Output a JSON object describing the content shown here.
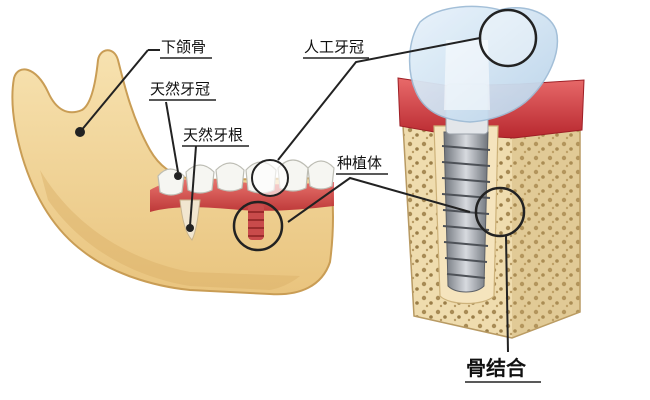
{
  "labels": {
    "mandible": "下颌骨",
    "natural_crown": "天然牙冠",
    "natural_root": "天然牙根",
    "artificial_crown": "人工牙冠",
    "implant": "种植体",
    "osseointegration": "骨结合"
  },
  "colors": {
    "bone": "#f3d79c",
    "bone_shadow": "#d9b56c",
    "gum": "#e05a5a",
    "gum_dark": "#b8282f",
    "tooth": "#f6f6f2",
    "crown_glass": "#cfe3f3",
    "implant_metal": "#8a8f96",
    "leader_line": "#222222"
  }
}
